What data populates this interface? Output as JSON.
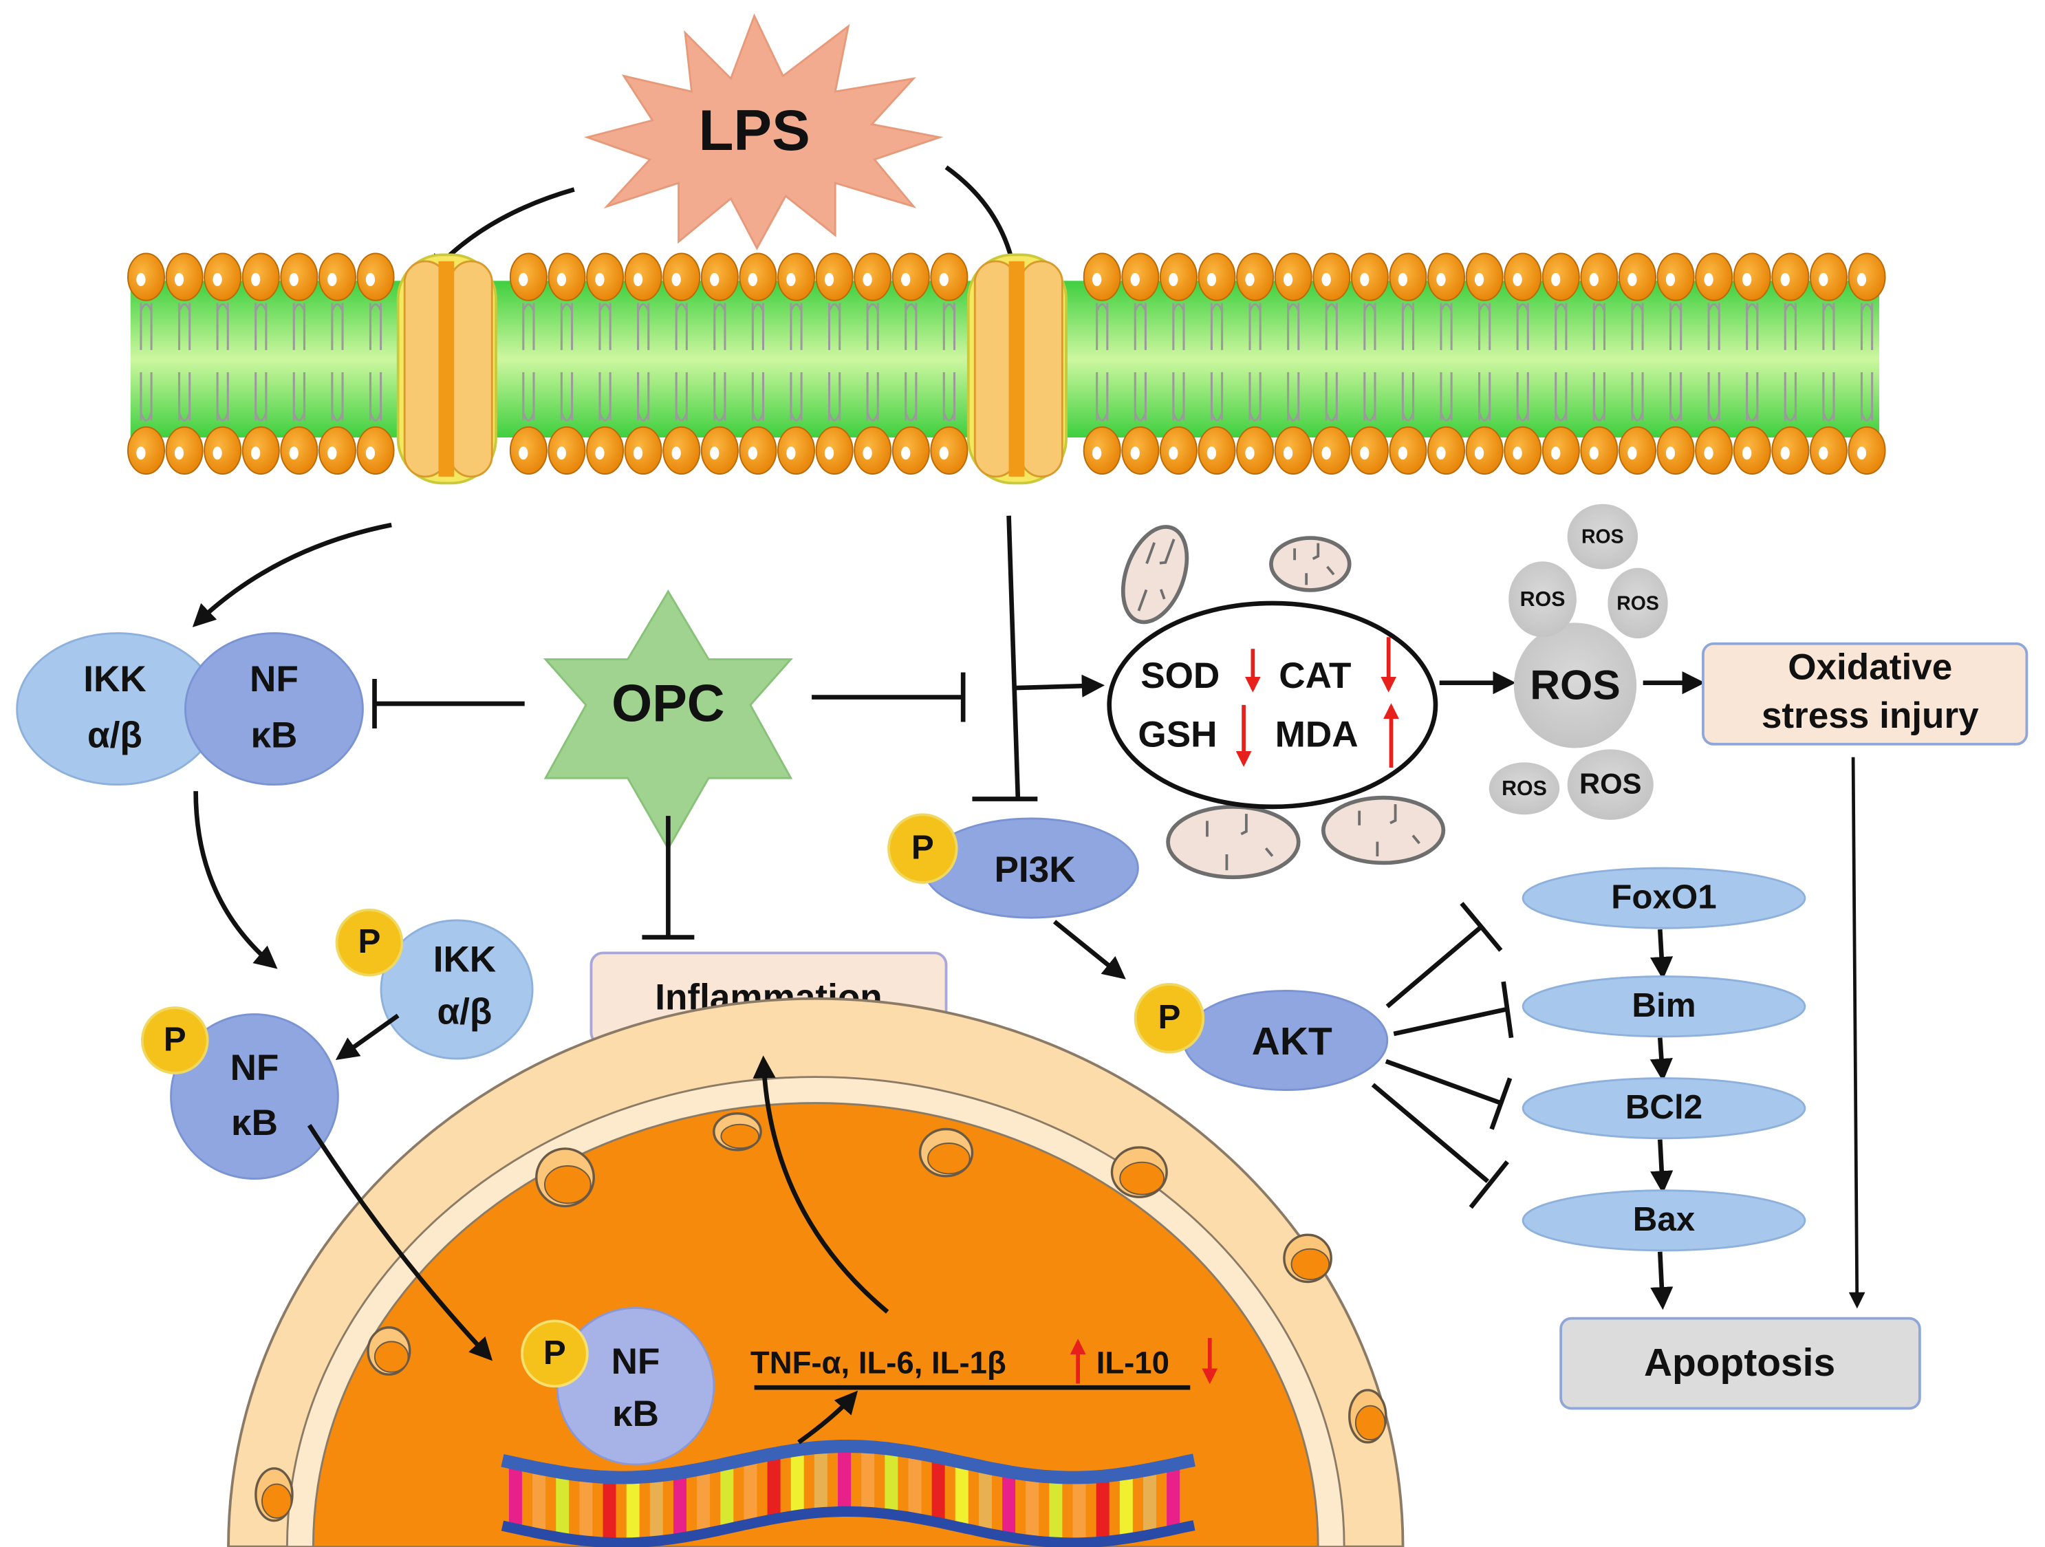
{
  "colors": {
    "lps_fill": "#f2ab8f",
    "membrane_green": "#4cd44a",
    "membrane_light": "#c9f59a",
    "lipid_head": "#f39a10",
    "channel": "#f7c25e",
    "opc_fill": "#9fd38f",
    "protein_light": "#a7c8ec",
    "protein_dark": "#8fa6e0",
    "phospho": "#f4c21a",
    "box_peach": "#f9e6d6",
    "box_gray": "#dcdcdc",
    "ros_gray": "#d2d2d2",
    "mito_fill": "#f1e1d8",
    "nucleus_outer": "#fbdcaa",
    "nucleus_inner": "#f58a0c",
    "up_arrow": "#e8201c",
    "down_arrow": "#e8201c",
    "inhibit_line": "#111111"
  },
  "stimulus": {
    "label": "LPS"
  },
  "treatment": {
    "label": "OPC"
  },
  "complex": {
    "ikk_line1": "IKK",
    "ikk_line2": "α/β",
    "nfkb_line1": "NF",
    "nfkb_line2": "κB"
  },
  "phospho_label": "P",
  "p_ikk": {
    "line1": "IKK",
    "line2": "α/β"
  },
  "p_nfkb": {
    "line1": "NF",
    "line2": "κB"
  },
  "nuclear_nfkb": {
    "line1": "NF",
    "line2": "κB"
  },
  "inflammation": {
    "label": "Inflammation"
  },
  "cytokines": {
    "up_label": "TNF-α, IL-6, IL-1β",
    "up_direction": "up",
    "down_label": "IL-10",
    "down_direction": "down"
  },
  "antioxidants": {
    "items": [
      {
        "label": "SOD",
        "direction": "down"
      },
      {
        "label": "CAT",
        "direction": "down"
      },
      {
        "label": "GSH",
        "direction": "down"
      },
      {
        "label": "MDA",
        "direction": "up"
      }
    ]
  },
  "ros": {
    "main_label": "ROS",
    "small_labels": [
      "ROS",
      "ROS",
      "ROS",
      "ROS",
      "ROS"
    ]
  },
  "oxidative": {
    "line1": "Oxidative",
    "line2": "stress injury"
  },
  "pi3k": {
    "label": "PI3K"
  },
  "akt": {
    "label": "AKT"
  },
  "apoptosis_chain": [
    "FoxO1",
    "Bim",
    "BCl2",
    "Bax"
  ],
  "apoptosis": {
    "label": "Apoptosis"
  }
}
